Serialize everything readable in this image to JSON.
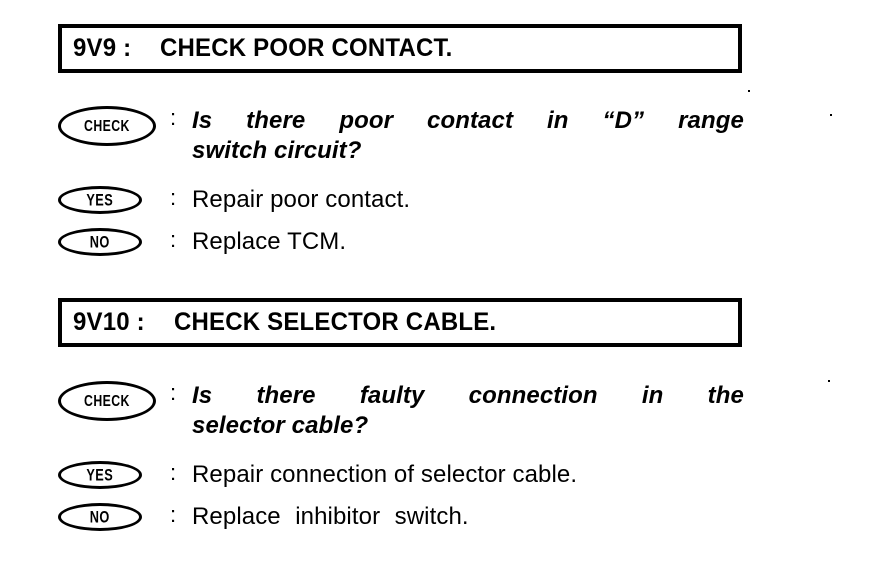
{
  "document": {
    "type": "automotive-troubleshooting-flowchart",
    "background_color": "#ffffff",
    "text_color": "#000000"
  },
  "blocks": [
    {
      "id": "step-9v9",
      "header": {
        "code": "9V9 :",
        "title": "CHECK POOR CONTACT."
      },
      "rows": [
        {
          "badge": "CHECK",
          "badge_type": "check",
          "separator": ":",
          "style": "question",
          "lines": [
            [
              "Is",
              "there",
              "poor",
              "contact",
              "in",
              "“D”",
              "range"
            ],
            [
              "switch circuit?"
            ]
          ]
        },
        {
          "badge": "YES",
          "badge_type": "yes",
          "separator": ":",
          "style": "answer",
          "text": "Repair poor contact."
        },
        {
          "badge": "NO",
          "badge_type": "no",
          "separator": ":",
          "style": "answer",
          "text": "Replace TCM."
        }
      ]
    },
    {
      "id": "step-9v10",
      "header": {
        "code": "9V10 :",
        "title": "CHECK SELECTOR CABLE."
      },
      "rows": [
        {
          "badge": "CHECK",
          "badge_type": "check",
          "separator": ":",
          "style": "question",
          "lines": [
            [
              "Is",
              "there",
              "faulty",
              "connection",
              "in",
              "the"
            ],
            [
              "selector cable?"
            ]
          ]
        },
        {
          "badge": "YES",
          "badge_type": "yes",
          "separator": ":",
          "style": "answer",
          "text": "Repair connection of selector cable."
        },
        {
          "badge": "NO",
          "badge_type": "no",
          "separator": ":",
          "style": "answer",
          "text_parts": [
            "Replace",
            "inhibitor",
            "switch."
          ]
        }
      ]
    }
  ]
}
